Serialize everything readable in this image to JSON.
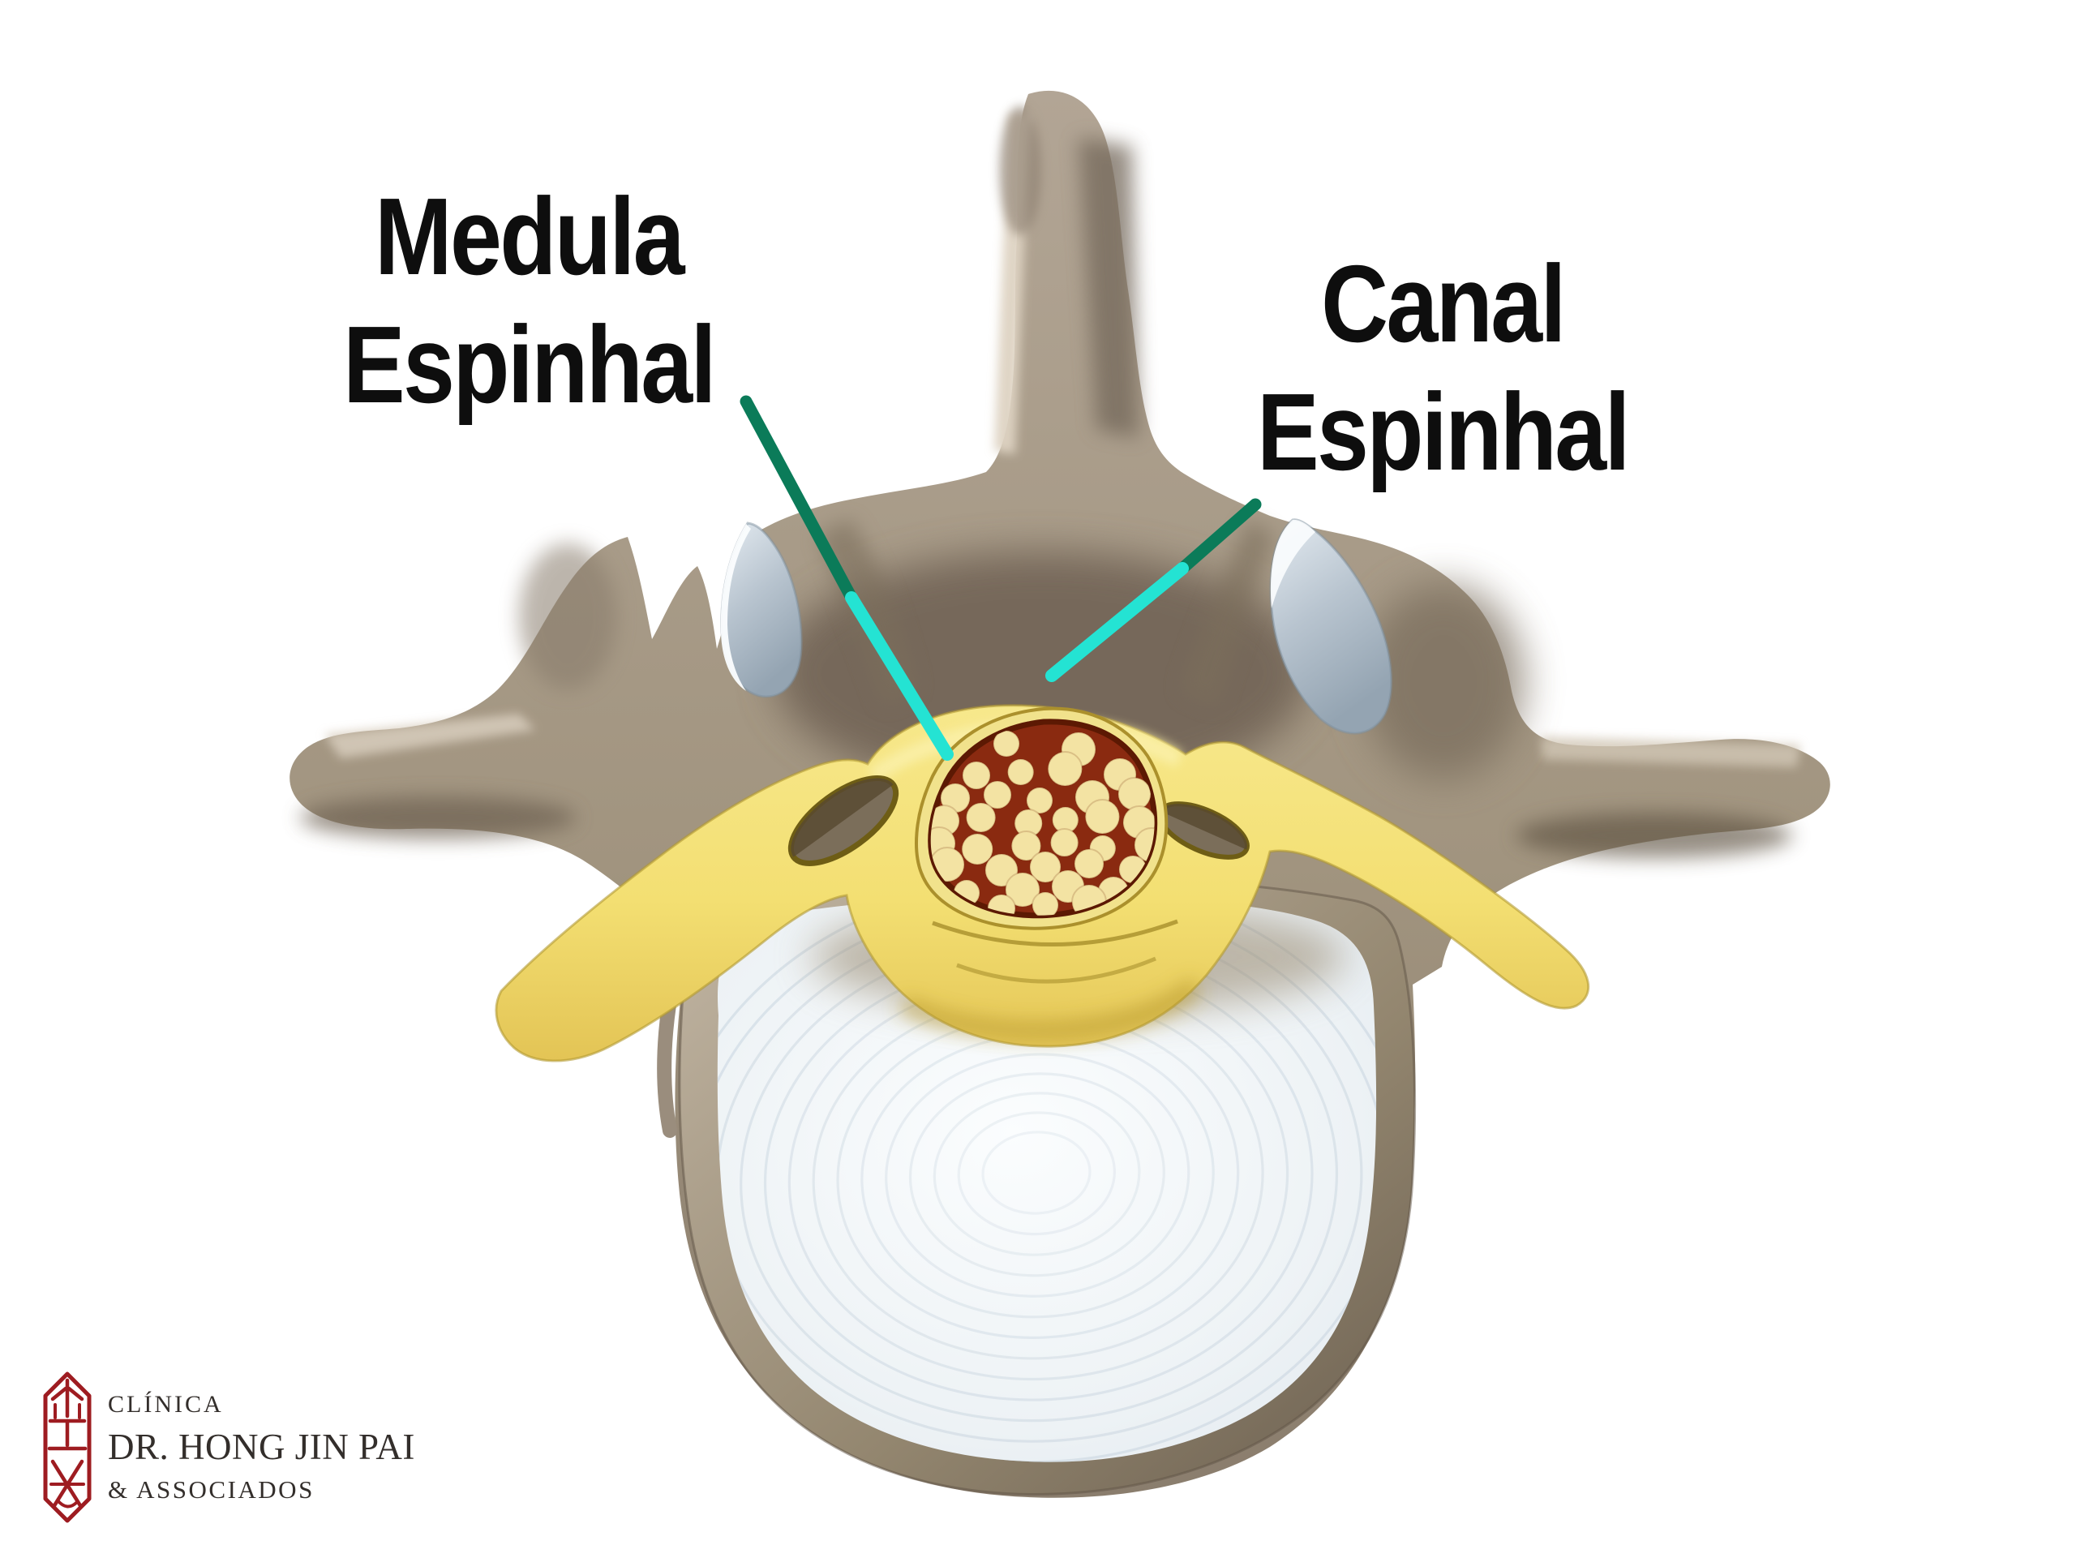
{
  "labels": {
    "medula": {
      "line1": "Medula",
      "line2": "Espinhal"
    },
    "canal": {
      "line1": "Canal",
      "line2": "Espinhal"
    }
  },
  "logo": {
    "clinic": "CLÍNICA",
    "doctor": "DR. HONG JIN PAI",
    "associates": "& ASSOCIADOS"
  },
  "colors": {
    "background": "#ffffff",
    "label_text": "#0e0e0e",
    "leader_line_green": "#0b7b59",
    "leader_line_cyan": "#24e3d3",
    "bone": "#a89b8c",
    "bone_highlight": "#d9cec0",
    "bone_shadow": "#6e6152",
    "facet_cartilage": "#b8c4cf",
    "nerve_yellow": "#f3df72",
    "nerve_yellow_deep": "#c7a83d",
    "cord_maroon": "#8a2a10",
    "cord_fascicle": "#f3e3a3",
    "disc_white": "#eef3f6",
    "disc_ring": "#c7d4de",
    "seal_red": "#9e1c21",
    "logo_text": "#332e2b"
  }
}
